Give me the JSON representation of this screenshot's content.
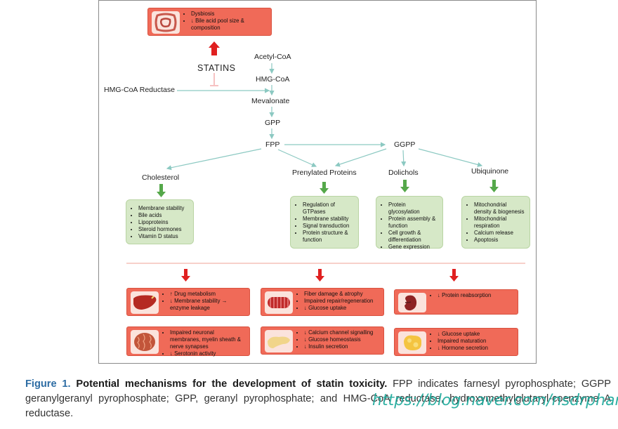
{
  "pathway": {
    "acetyl": "Acetyl-CoA",
    "hmg": "HMG-CoA",
    "mevalonate": "Mevalonate",
    "gpp": "GPP",
    "fpp": "FPP",
    "ggpp": "GGPP",
    "statins": "STATINS",
    "hmg_reductase": "HMG-CoA Reductase",
    "cholesterol": "Cholesterol",
    "prenylated": "Prenylated Proteins",
    "dolichols": "Dolichols",
    "ubiquinone": "Ubiquinone"
  },
  "gut_box": [
    "Dysbiosis",
    "↓ Bile acid pool size & composition"
  ],
  "green_boxes": {
    "cholesterol": [
      "Membrane stability",
      "Bile acids",
      "Lipoproteins",
      "Steroid hormones",
      "Vitamin D status"
    ],
    "prenylated": [
      "Regulation of GTPases",
      "Membrane stability",
      "Signal transduction",
      "Protein structure & function"
    ],
    "dolichols": [
      "Protein glycosylation",
      "Protein assembly & function",
      "Cell growth & differentiation",
      "Gene expression"
    ],
    "ubiquinone": [
      "Mitochondrial density & biogenesis",
      "Mitochondrial respiration",
      "Calcium release",
      "Apoptosis"
    ]
  },
  "red_boxes": {
    "liver": [
      "↑ Drug metabolism",
      "↓ Membrane stability → enzyme leakage"
    ],
    "muscle": [
      "Fiber damage & atrophy",
      "Impaired repair/regeneration",
      "↓ Glucose uptake"
    ],
    "kidney": [
      "↓ Protein reabsorption"
    ],
    "brain": [
      "Impaired neuronal membranes, myelin sheath & nerve synapses",
      "↓ Serotonin activity"
    ],
    "pancreas": [
      "↓ Calcium channel signalling",
      "↓ Glucose homeostasis",
      "↓ Insulin secretion"
    ],
    "adipose": [
      "↓ Glucose uptake",
      "Impaired maturation",
      "↓ Hormone secretion"
    ]
  },
  "caption": {
    "label": "Figure 1",
    "title": "Potential mechanisms for the development of statin toxicity.",
    "body": "FPP indicates farnesyl pyrophosphate; GGPP geranylgeranyl pyrophosphate; GPP, geranyl pyrophosphate; and HMG-CoA reductase, hydroxymethylglutaryl-coenzyme A reductase."
  },
  "watermark": "https://blog.naver.com/nsdrpharm",
  "colors": {
    "red_box": "#f06a58",
    "green_box": "#d6e8c7",
    "teal_arrow": "#8cc9c2",
    "green_arrow": "#55a84a",
    "red_arrow": "#e02020"
  }
}
